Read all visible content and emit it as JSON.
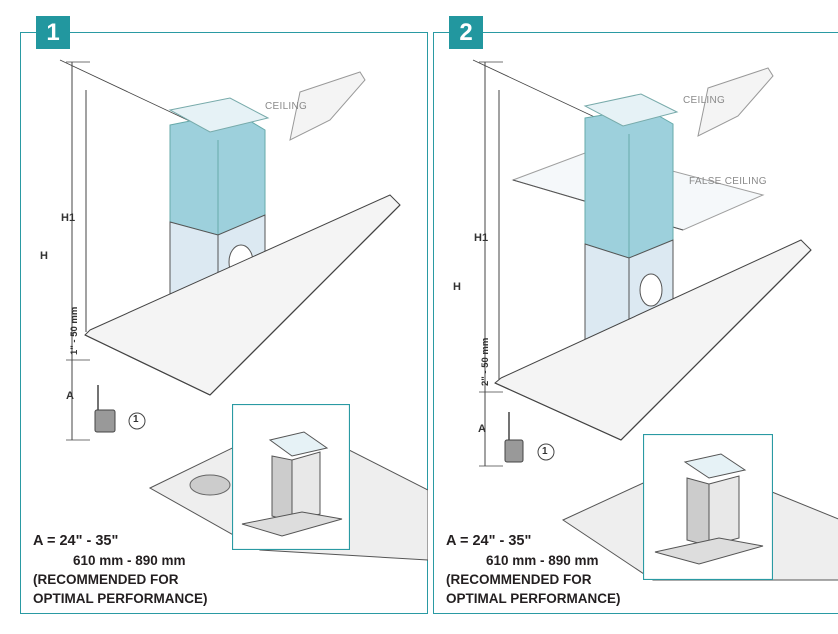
{
  "panels": [
    {
      "number": "1",
      "ceiling_label": "CEILING",
      "h_label": "H",
      "h1_label": "H1",
      "gap_label": "1\" - 50 mm",
      "a_label": "A",
      "ref_label": "1",
      "spec": {
        "line1": "A = 24\" - 35\"",
        "line2": "610 mm - 890 mm",
        "line3": "(RECOMMENDED FOR",
        "line4": "OPTIMAL PERFORMANCE)"
      }
    },
    {
      "number": "2",
      "ceiling_label": "CEILING",
      "false_ceiling_label": "FALSE CEILING",
      "h_label": "H",
      "h1_label": "H1",
      "gap_label": "2\" - 50 mm",
      "a_label": "A",
      "ref_label": "1",
      "spec": {
        "line1": "A = 24\" - 35\"",
        "line2": "610 mm - 890 mm",
        "line3": "(RECOMMENDED FOR",
        "line4": "OPTIMAL PERFORMANCE)"
      }
    }
  ],
  "colors": {
    "frame": "#2a9aa3",
    "badge": "#22979f",
    "chimney_upper": "#9dd0dc",
    "chimney_lower": "#dce9f2"
  }
}
